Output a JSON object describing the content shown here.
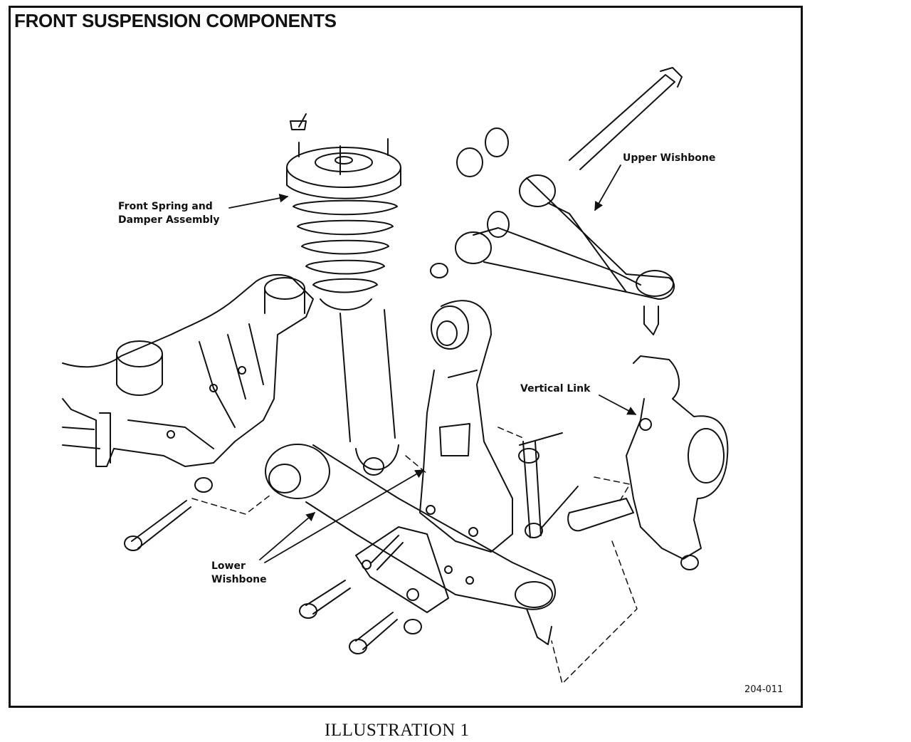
{
  "title": "FRONT SUSPENSION COMPONENTS",
  "labels": {
    "spring": "Front Spring and\nDamper Assembly",
    "upper_wishbone": "Upper Wishbone",
    "vertical_link": "Vertical Link",
    "lower_wishbone": "Lower\nWishbone"
  },
  "figure_number": "204-011",
  "caption": "ILLUSTRATION 1"
}
